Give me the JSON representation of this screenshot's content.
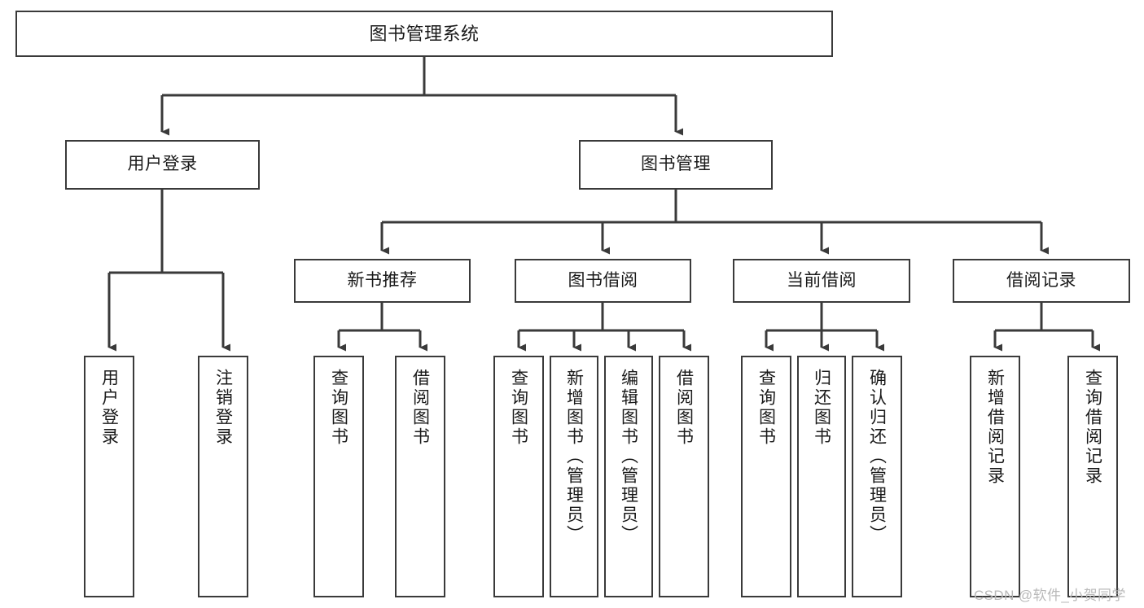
{
  "diagram": {
    "title": "图书管理系统",
    "watermark": "CSDN @软件_小贺同学",
    "line_color": "#3a3a3a",
    "box_fill": "#ffffff",
    "text_color": "#1a1a1a",
    "nodes": {
      "root": {
        "label": "图书管理系统"
      },
      "level1": [
        {
          "key": "user_login",
          "label": "用户登录"
        },
        {
          "key": "book_manage",
          "label": "图书管理"
        }
      ],
      "level2": [
        {
          "key": "new_book_rec",
          "label": "新书推荐"
        },
        {
          "key": "book_borrow",
          "label": "图书借阅"
        },
        {
          "key": "current_borrow",
          "label": "当前借阅"
        },
        {
          "key": "borrow_record",
          "label": "借阅记录"
        }
      ],
      "leaves": [
        {
          "key": "leaf_user_login",
          "label": "用户登录",
          "parent": "user_login"
        },
        {
          "key": "leaf_user_logout",
          "label": "注销登录",
          "parent": "user_login"
        },
        {
          "key": "leaf_query_book_1",
          "label": "查询图书",
          "parent": "new_book_rec"
        },
        {
          "key": "leaf_borrow_book_1",
          "label": "借阅图书",
          "parent": "new_book_rec"
        },
        {
          "key": "leaf_query_book_2",
          "label": "查询图书",
          "parent": "book_borrow"
        },
        {
          "key": "leaf_add_book",
          "label": "新增图书（管理员）",
          "parent": "book_borrow"
        },
        {
          "key": "leaf_edit_book",
          "label": "编辑图书（管理员）",
          "parent": "book_borrow"
        },
        {
          "key": "leaf_borrow_book_2",
          "label": "借阅图书",
          "parent": "book_borrow"
        },
        {
          "key": "leaf_query_book_3",
          "label": "查询图书",
          "parent": "current_borrow"
        },
        {
          "key": "leaf_return_book",
          "label": "归还图书",
          "parent": "current_borrow"
        },
        {
          "key": "leaf_confirm_return",
          "label": "确认归还（管理员）",
          "parent": "current_borrow"
        },
        {
          "key": "leaf_add_record",
          "label": "新增借阅记录",
          "parent": "borrow_record"
        },
        {
          "key": "leaf_query_record",
          "label": "查询借阅记录",
          "parent": "borrow_record"
        }
      ]
    }
  }
}
